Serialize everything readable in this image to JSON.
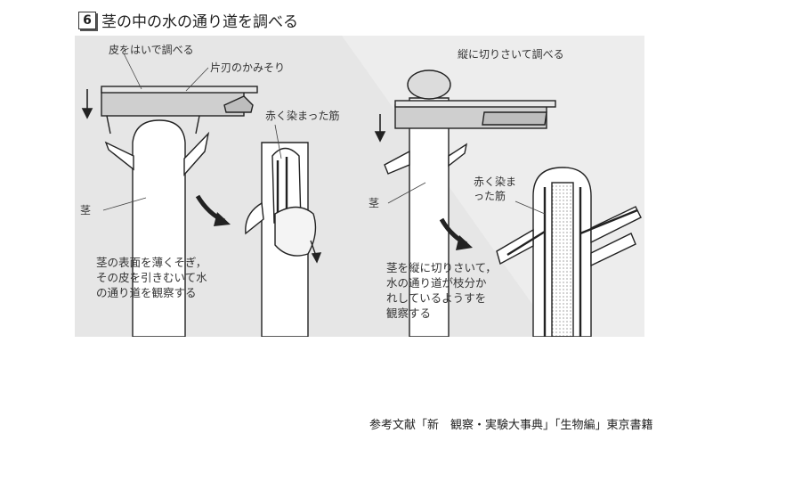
{
  "figure": {
    "number": "6",
    "title": "茎の中の水の通り道を調べる",
    "left_panel": {
      "heading": "皮をはいで調べる",
      "razor_label": "片刃のかみそり",
      "red_label": "赤く染まった筋",
      "stem_label": "茎",
      "note_lines": [
        "茎の表面を薄くそぎ，",
        "その皮を引きむいて水",
        "の通り道を観察する"
      ]
    },
    "right_panel": {
      "heading": "縦に切りさいて調べる",
      "red_label_lines": [
        "赤く染ま",
        "った筋"
      ],
      "stem_label": "茎",
      "note_lines": [
        "茎を縦に切りさいて，",
        "水の通り道が枝分か",
        "れしているようすを",
        "観察する"
      ]
    }
  },
  "reference": "参考文献「新　観察・実験大事典」「生物編」東京書籍"
}
